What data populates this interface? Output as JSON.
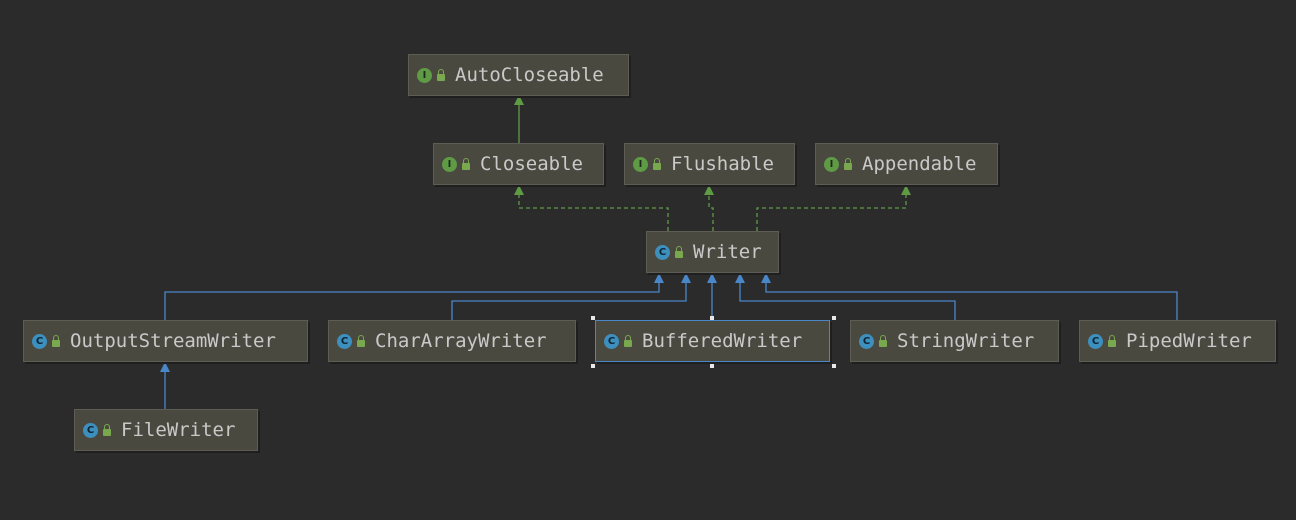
{
  "diagram": {
    "nodes": [
      {
        "id": "autocloseable",
        "label": "AutoCloseable",
        "kind": "interface",
        "kind_glyph": "I",
        "icon": "interface-icon"
      },
      {
        "id": "closeable",
        "label": "Closeable",
        "kind": "interface",
        "kind_glyph": "I",
        "icon": "interface-icon"
      },
      {
        "id": "flushable",
        "label": "Flushable",
        "kind": "interface",
        "kind_glyph": "I",
        "icon": "interface-icon"
      },
      {
        "id": "appendable",
        "label": "Appendable",
        "kind": "interface",
        "kind_glyph": "I",
        "icon": "interface-icon"
      },
      {
        "id": "writer",
        "label": "Writer",
        "kind": "abstract-class",
        "kind_glyph": "C",
        "icon": "abstract-class-icon"
      },
      {
        "id": "outputstreamwriter",
        "label": "OutputStreamWriter",
        "kind": "class",
        "kind_glyph": "C",
        "icon": "class-icon"
      },
      {
        "id": "chararraywriter",
        "label": "CharArrayWriter",
        "kind": "class",
        "kind_glyph": "C",
        "icon": "class-icon"
      },
      {
        "id": "bufferedwriter",
        "label": "BufferedWriter",
        "kind": "class",
        "kind_glyph": "C",
        "icon": "class-icon",
        "selected": true
      },
      {
        "id": "stringwriter",
        "label": "StringWriter",
        "kind": "class",
        "kind_glyph": "C",
        "icon": "class-icon"
      },
      {
        "id": "pipedwriter",
        "label": "PipedWriter",
        "kind": "class",
        "kind_glyph": "C",
        "icon": "class-icon"
      },
      {
        "id": "filewriter",
        "label": "FileWriter",
        "kind": "class",
        "kind_glyph": "C",
        "icon": "class-icon"
      }
    ],
    "edges": [
      {
        "from": "closeable",
        "to": "autocloseable",
        "type": "extends"
      },
      {
        "from": "writer",
        "to": "closeable",
        "type": "implements"
      },
      {
        "from": "writer",
        "to": "flushable",
        "type": "implements"
      },
      {
        "from": "writer",
        "to": "appendable",
        "type": "implements"
      },
      {
        "from": "outputstreamwriter",
        "to": "writer",
        "type": "extends"
      },
      {
        "from": "chararraywriter",
        "to": "writer",
        "type": "extends"
      },
      {
        "from": "bufferedwriter",
        "to": "writer",
        "type": "extends"
      },
      {
        "from": "stringwriter",
        "to": "writer",
        "type": "extends"
      },
      {
        "from": "pipedwriter",
        "to": "writer",
        "type": "extends"
      },
      {
        "from": "filewriter",
        "to": "outputstreamwriter",
        "type": "extends"
      }
    ],
    "colors": {
      "background": "#2b2b2b",
      "node_fill": "#4a4940",
      "node_text": "#c9c9c9",
      "interface_badge": "#5f9a45",
      "class_badge": "#3d8fbd",
      "extends_interface_line": "#5f9a45",
      "implements_line": "#5f9a45",
      "extends_class_line": "#4a87c8",
      "selection": "#4a87c8"
    }
  }
}
